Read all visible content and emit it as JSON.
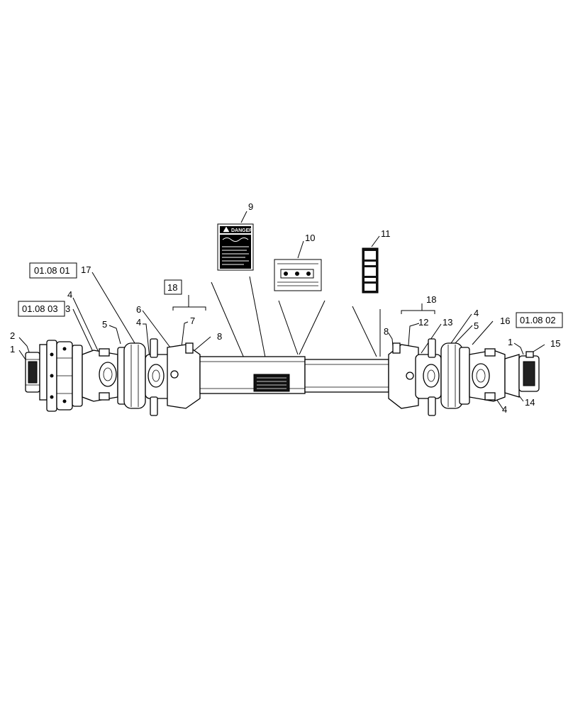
{
  "callouts": [
    {
      "id": "c9",
      "text": "9"
    },
    {
      "id": "c10",
      "text": "10"
    },
    {
      "id": "c11",
      "text": "11"
    },
    {
      "id": "c17",
      "text": "17"
    },
    {
      "id": "c4a",
      "text": "4"
    },
    {
      "id": "c3",
      "text": "3"
    },
    {
      "id": "c5a",
      "text": "5"
    },
    {
      "id": "c6",
      "text": "6"
    },
    {
      "id": "c4b",
      "text": "4"
    },
    {
      "id": "c7",
      "text": "7"
    },
    {
      "id": "c8a",
      "text": "8"
    },
    {
      "id": "c2",
      "text": "2"
    },
    {
      "id": "c1a",
      "text": "1"
    },
    {
      "id": "c18b",
      "text": "18"
    },
    {
      "id": "c8b",
      "text": "8"
    },
    {
      "id": "c12",
      "text": "12"
    },
    {
      "id": "c13",
      "text": "13"
    },
    {
      "id": "c4c",
      "text": "4"
    },
    {
      "id": "c5b",
      "text": "5"
    },
    {
      "id": "c16",
      "text": "16"
    },
    {
      "id": "c1b",
      "text": "1"
    },
    {
      "id": "c15",
      "text": "15"
    },
    {
      "id": "c14",
      "text": "14"
    },
    {
      "id": "c4d",
      "text": "4"
    }
  ],
  "boxed_callouts": {
    "c18a": "18"
  },
  "references": {
    "ref_top_left": "01.08 01",
    "ref_mid_left": "01.08 03",
    "ref_right": "01.08 02"
  },
  "decal": {
    "danger_word": "DANGER"
  }
}
